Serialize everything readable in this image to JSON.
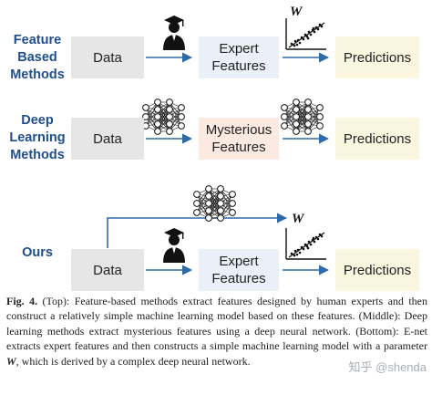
{
  "rows": {
    "feature": {
      "label_lines": [
        "Feature",
        "Based",
        "Methods"
      ],
      "data": "Data",
      "middle_lines": [
        "Expert",
        "Features"
      ],
      "pred": "Predictions"
    },
    "deep": {
      "label_lines": [
        "Deep",
        "Learning",
        "Methods"
      ],
      "data": "Data",
      "middle_lines": [
        "Mysterious",
        "Features"
      ],
      "pred": "Predictions"
    },
    "ours": {
      "label_lines": [
        "Ours"
      ],
      "data": "Data",
      "middle_lines": [
        "Expert",
        "Features"
      ],
      "pred": "Predictions"
    }
  },
  "param_symbol": "W",
  "caption": {
    "fig": "Fig. 4.",
    "part1": " (Top): Feature-based methods extract features designed by human experts and then construct a relatively simple machine learning model based on these features. (Middle): Deep learning methods extract mysterious features using a deep neural network. (Bottom): E-net extracts expert features and then constructs a simple machine learning model with a parameter ",
    "param": "W",
    "part2": ", which is derived by a complex deep neural network."
  },
  "watermark": "知乎 @shenda",
  "colors": {
    "label": "#1f4e8f",
    "arrow": "#2e6aa8",
    "data_box": "#e6e6e6",
    "expert_box": "#eaf0f8",
    "mysterious_box": "#fbe9e2",
    "pred_box": "#fbf6df"
  }
}
